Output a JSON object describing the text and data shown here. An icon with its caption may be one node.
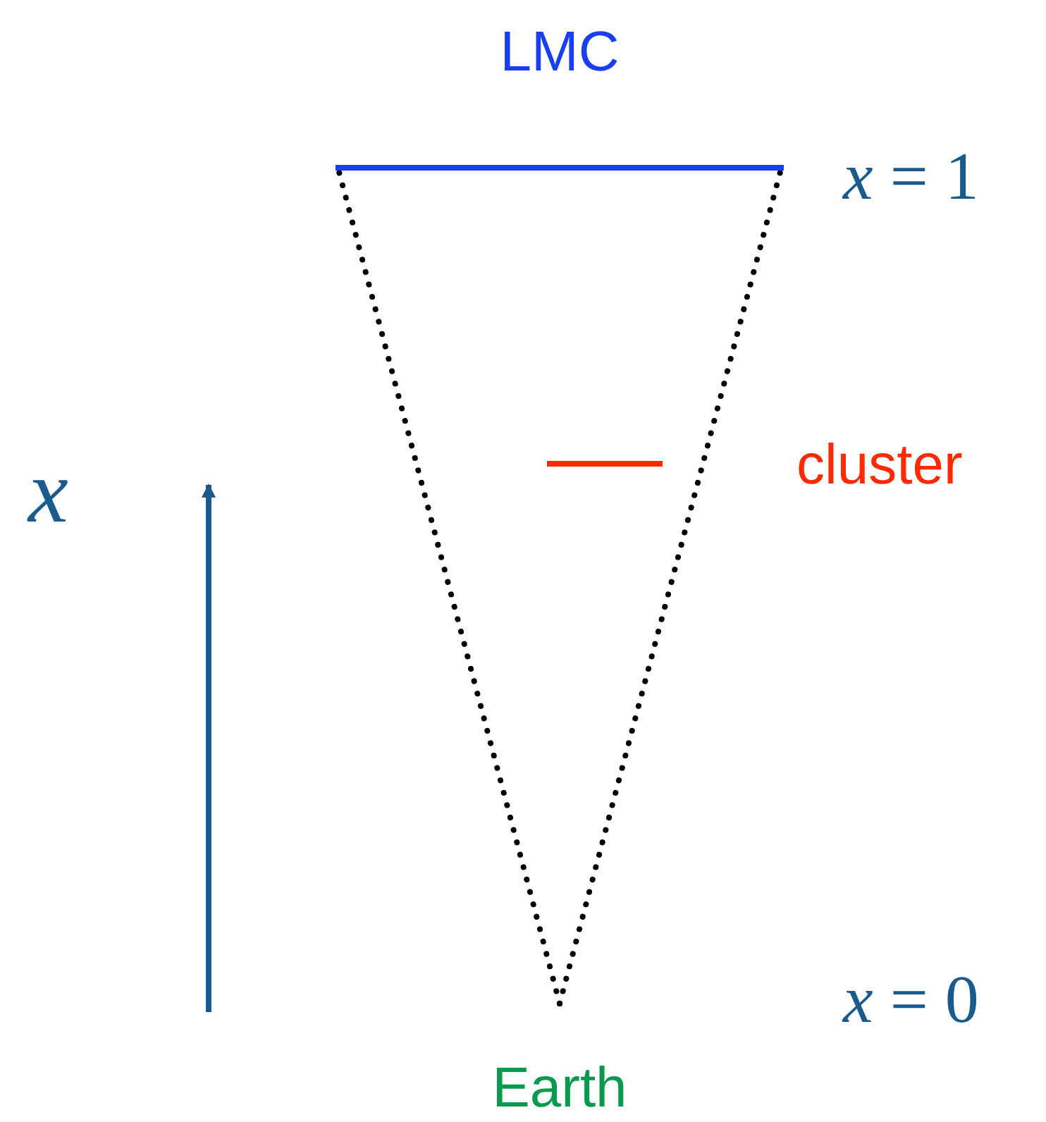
{
  "diagram": {
    "nodes": [
      {
        "text": [
          "LMC"
        ]
      },
      {
        "text": [],
        "shape": "bar",
        "beside": [
          "cluster"
        ]
      },
      {
        "text": [
          "Earth"
        ]
      }
    ],
    "edges": [
      {
        "from": 2,
        "to": 0,
        "arrow": "none",
        "style": "dashed"
      },
      {
        "from": 2,
        "to": 0,
        "arrow": "none",
        "style": "dashed"
      }
    ],
    "labels": [
      "*x* = 1",
      "x",
      "*x* = 0"
    ]
  }
}
